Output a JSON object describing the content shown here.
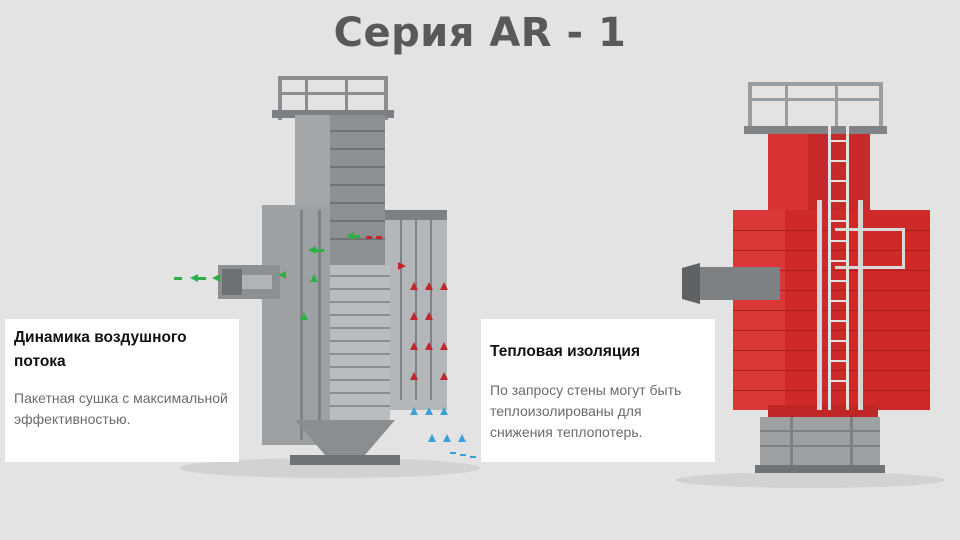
{
  "slide": {
    "title": "Серия AR - 1"
  },
  "left_card": {
    "title": "Динамика воздушного потока",
    "body": "Пакетная сушка с максимальной эффективностью."
  },
  "right_card": {
    "title": "Тепловая изоляция",
    "body": "По запросу стены могут быть теплоизолированы для снижения теплопотерь."
  },
  "colors": {
    "background": "#e3e3e3",
    "title": "#595959",
    "insulation_red": "#cf2a2a",
    "steel_gray": "#8f9396",
    "airflow_green": "#2fae4a",
    "airflow_red": "#c0262b",
    "airflow_blue": "#3aa0d8"
  }
}
